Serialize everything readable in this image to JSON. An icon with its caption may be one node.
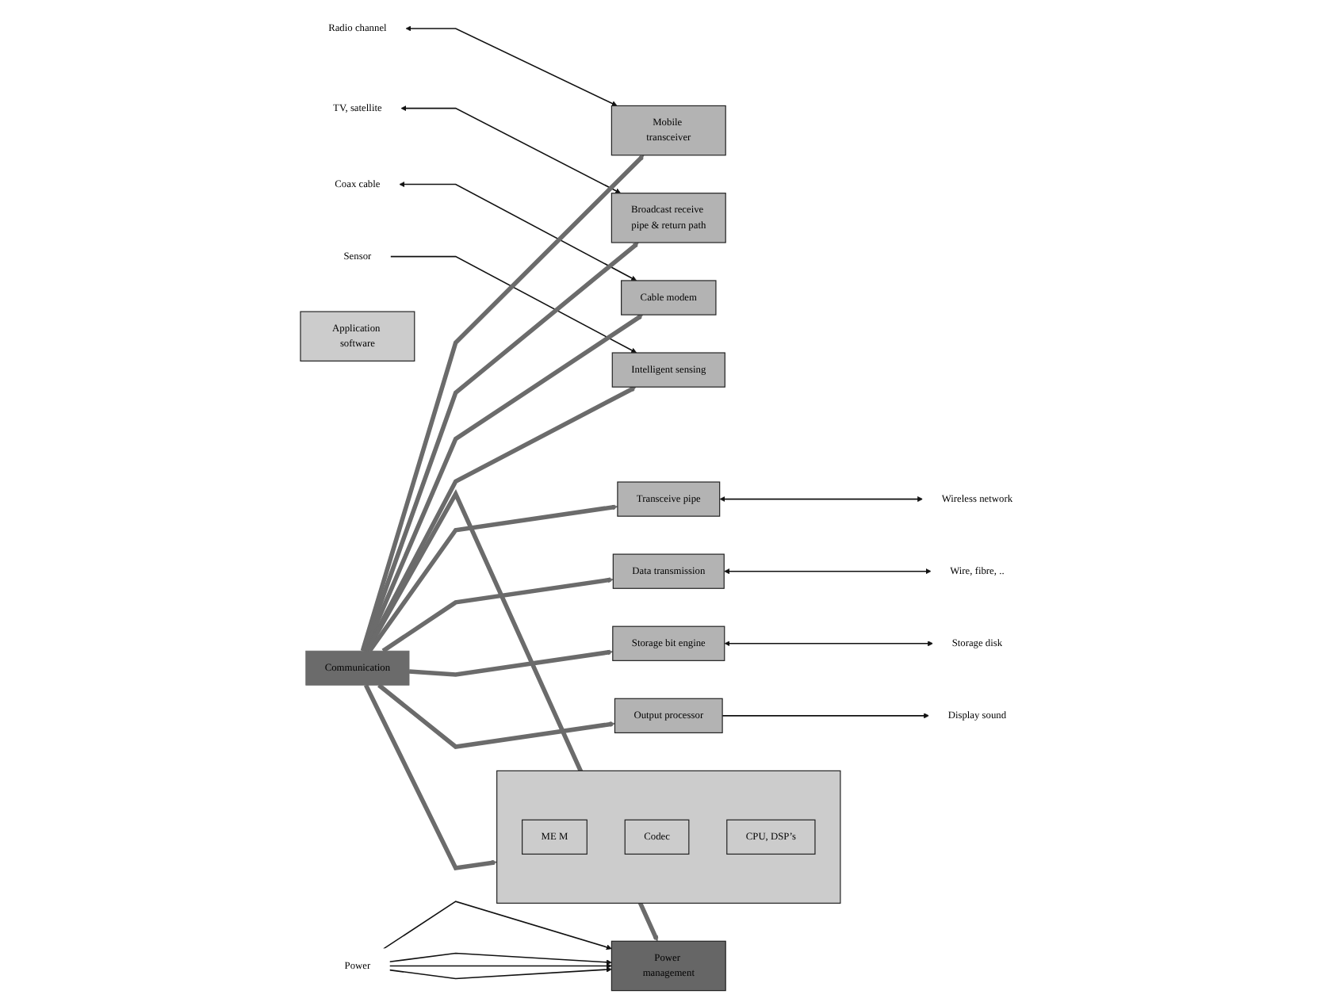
{
  "diagram": {
    "nodes": [
      {
        "text": [
          "Radio channel"
        ]
      },
      {
        "text": [
          "Mobile transceiver"
        ]
      },
      {
        "text": [
          "TV, satellite"
        ]
      },
      {
        "text": [
          "Broadcast receive pipe & return path"
        ]
      },
      {
        "text": [
          "Coax cable"
        ]
      },
      {
        "text": [
          "Cable modem"
        ]
      },
      {
        "text": [
          "Sensor"
        ]
      },
      {
        "text": [
          "Intelligent sensing"
        ]
      },
      {
        "text": [
          "Application software"
        ]
      },
      {
        "text": [],
        "shape": "box"
      },
      {
        "text": [
          "ME M"
        ],
        "in": 9
      },
      {
        "text": [
          "Codec"
        ],
        "in": 9
      },
      {
        "text": [
          "CPU, DSP’s"
        ],
        "in": 9
      },
      {
        "text": [
          "Communication"
        ]
      },
      {
        "text": [
          "Power management"
        ]
      },
      {
        "text": [
          "Power"
        ]
      },
      {
        "text": [
          "Transceive pipe"
        ]
      },
      {
        "text": [
          "Wireless network"
        ]
      },
      {
        "text": [
          "Data transmission"
        ]
      },
      {
        "text": [
          "Wire, fibre, .."
        ]
      },
      {
        "text": [
          "Storage bit engine"
        ]
      },
      {
        "text": [
          "Storage disk"
        ]
      },
      {
        "text": [
          "Output processor"
        ]
      },
      {
        "text": [
          "Display sound"
        ]
      }
    ],
    "edges": [
      {
        "from": 0,
        "to": 1,
        "arrow": "both"
      },
      {
        "from": 2,
        "to": 3,
        "arrow": "both"
      },
      {
        "from": 4,
        "to": 5,
        "arrow": "both"
      },
      {
        "from": 6,
        "to": 7,
        "arrow": "to"
      },
      {
        "from": 13,
        "to": 1,
        "arrow": "to",
        "style": "thick",
        "color": "#6b6b6b"
      },
      {
        "from": 13,
        "to": 3,
        "arrow": "to",
        "style": "thick",
        "color": "#6b6b6b"
      },
      {
        "from": 13,
        "to": 5,
        "arrow": "to",
        "style": "thick",
        "color": "#6b6b6b"
      },
      {
        "from": 13,
        "to": 7,
        "arrow": "to",
        "style": "thick",
        "color": "#6b6b6b"
      },
      {
        "from": 13,
        "to": 9,
        "arrow": "to",
        "style": "thick",
        "color": "#6b6b6b"
      },
      {
        "from": 13,
        "to": 14,
        "arrow": "to",
        "style": "thick",
        "color": "#6b6b6b"
      },
      {
        "from": 13,
        "to": 16,
        "arrow": "to",
        "style": "thick",
        "color": "#6b6b6b"
      },
      {
        "from": 13,
        "to": 18,
        "arrow": "to",
        "style": "thick",
        "color": "#6b6b6b"
      },
      {
        "from": 13,
        "to": 20,
        "arrow": "to",
        "style": "thick",
        "color": "#6b6b6b"
      },
      {
        "from": 13,
        "to": 22,
        "arrow": "to",
        "style": "thick",
        "color": "#6b6b6b"
      },
      {
        "from": 16,
        "to": 17,
        "arrow": "both"
      },
      {
        "from": 18,
        "to": 19,
        "arrow": "both"
      },
      {
        "from": 20,
        "to": 21,
        "arrow": "both"
      },
      {
        "from": 22,
        "to": 23,
        "arrow": "to"
      },
      {
        "from": 15,
        "to": 14,
        "arrow": "to"
      },
      {
        "from": 15,
        "to": 14,
        "arrow": "to"
      },
      {
        "from": 15,
        "to": 14,
        "arrow": "to"
      },
      {
        "from": 15,
        "to": 14,
        "arrow": "to"
      }
    ]
  }
}
